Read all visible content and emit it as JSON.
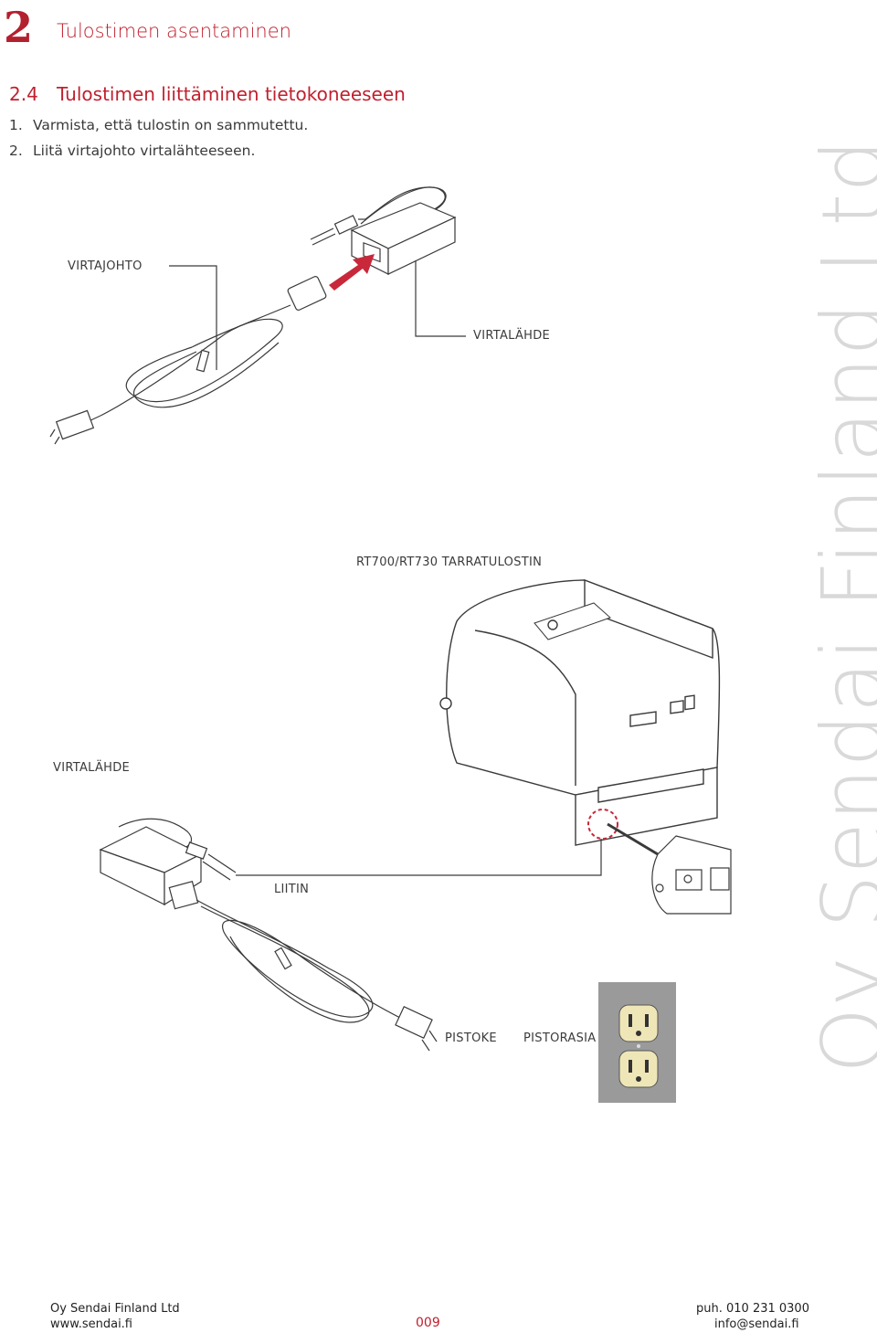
{
  "header": {
    "chapter_number": "2",
    "chapter_title": "Tulostimen asentaminen",
    "section_number": "2.4",
    "section_title": "Tulostimen liittäminen tietokoneeseen"
  },
  "steps": [
    {
      "num": "1.",
      "text": "Varmista, että tulostin on sammutettu."
    },
    {
      "num": "2.",
      "text": "Liitä virtajohto virtalähteeseen."
    }
  ],
  "labels": {
    "cord": "VIRTAJOHTO",
    "supply_top": "VIRTALÄHDE",
    "printer": "RT700/RT730 TARRATULOSTIN",
    "supply_bottom": "VIRTALÄHDE",
    "connector": "LIITIN",
    "plug": "PISTOKE",
    "socket": "PISTORASIA"
  },
  "watermark": "Oy Sendai Finland Ltd",
  "footer": {
    "company": "Oy Sendai Finland Ltd",
    "web": "www.sendai.fi",
    "page": "009",
    "phone": "puh. 010 231 0300",
    "email": "info@sendai.fi"
  },
  "colors": {
    "accent": "#c0202e",
    "arrow": "#c8283a"
  }
}
